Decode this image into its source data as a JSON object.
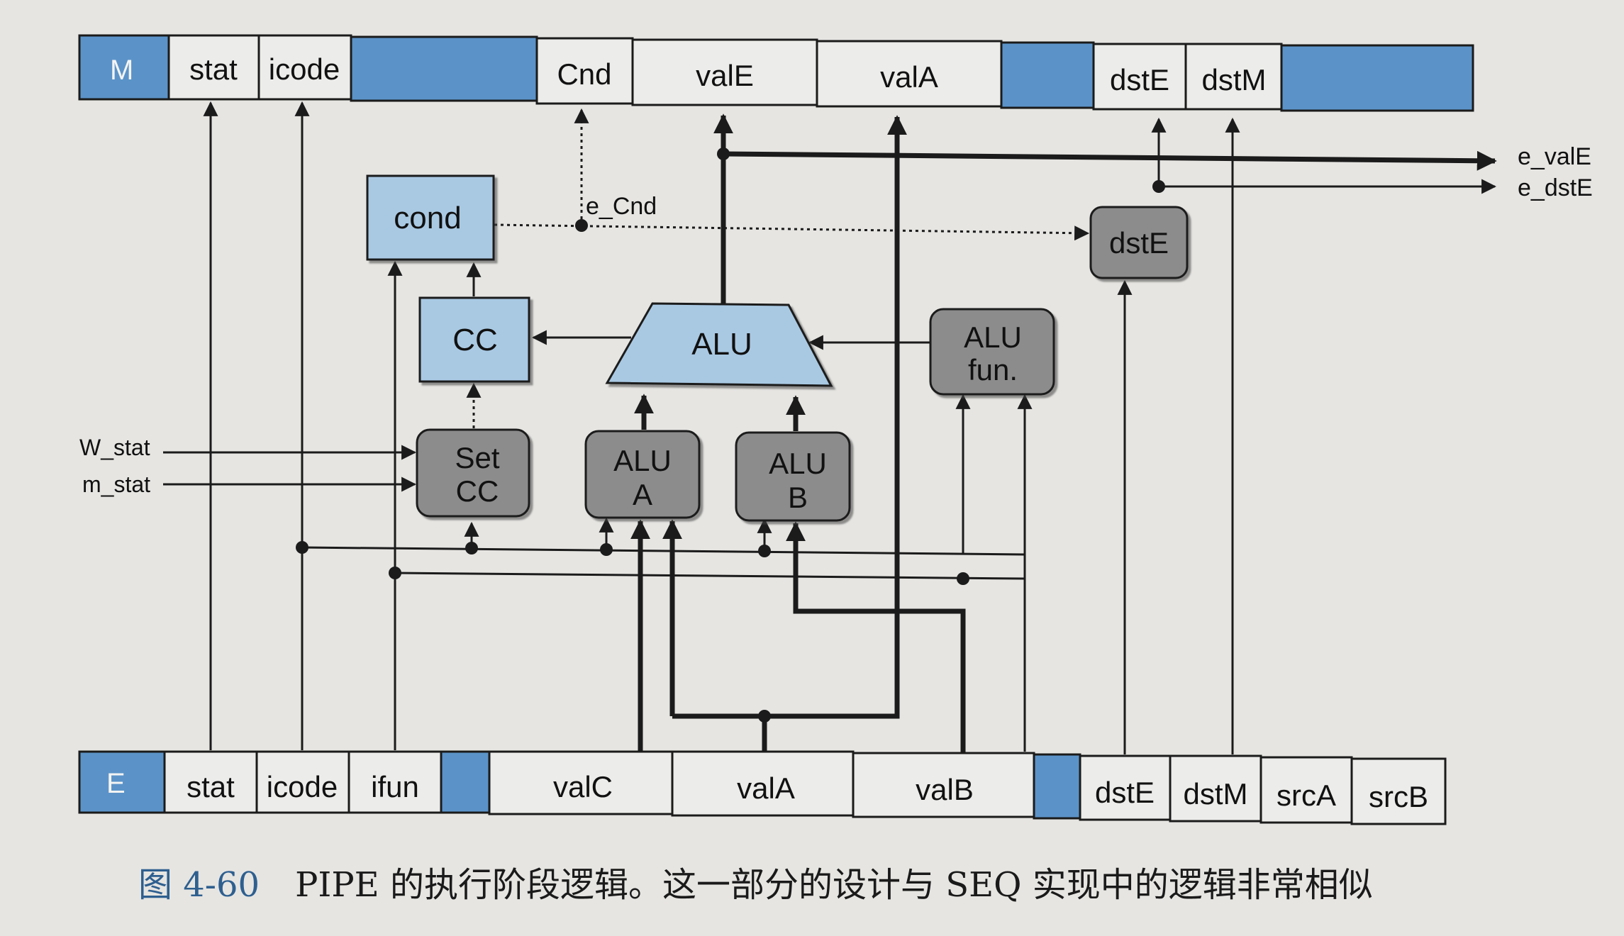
{
  "colors": {
    "register_blue": "#5b93c8",
    "logic_blue": "#a9c9e3",
    "logic_gray": "#8c8c8c",
    "field_fill": "#ececea",
    "line": "#1b1b1b"
  },
  "registers": {
    "M": {
      "label": "M",
      "fields": [
        "stat",
        "icode",
        "Cnd",
        "valE",
        "valA",
        "dstE",
        "dstM"
      ]
    },
    "E": {
      "label": "E",
      "fields": [
        "stat",
        "icode",
        "ifun",
        "valC",
        "valA",
        "valB",
        "dstE",
        "dstM",
        "srcA",
        "srcB"
      ]
    }
  },
  "blocks": {
    "cond": "cond",
    "cc": "CC",
    "set_cc": [
      "Set",
      "CC"
    ],
    "alu": "ALU",
    "alu_a": [
      "ALU",
      "A"
    ],
    "alu_b": [
      "ALU",
      "B"
    ],
    "alu_fun": [
      "ALU",
      "fun."
    ],
    "dste": "dstE"
  },
  "signals": {
    "e_cnd": "e_Cnd",
    "e_vale": "e_valE",
    "e_dste": "e_dstE",
    "w_stat": "W_stat",
    "m_stat": "m_stat"
  },
  "caption": {
    "figure_number": "图 4-60",
    "text": "PIPE 的执行阶段逻辑。这一部分的设计与 SEQ 实现中的逻辑非常相似"
  }
}
